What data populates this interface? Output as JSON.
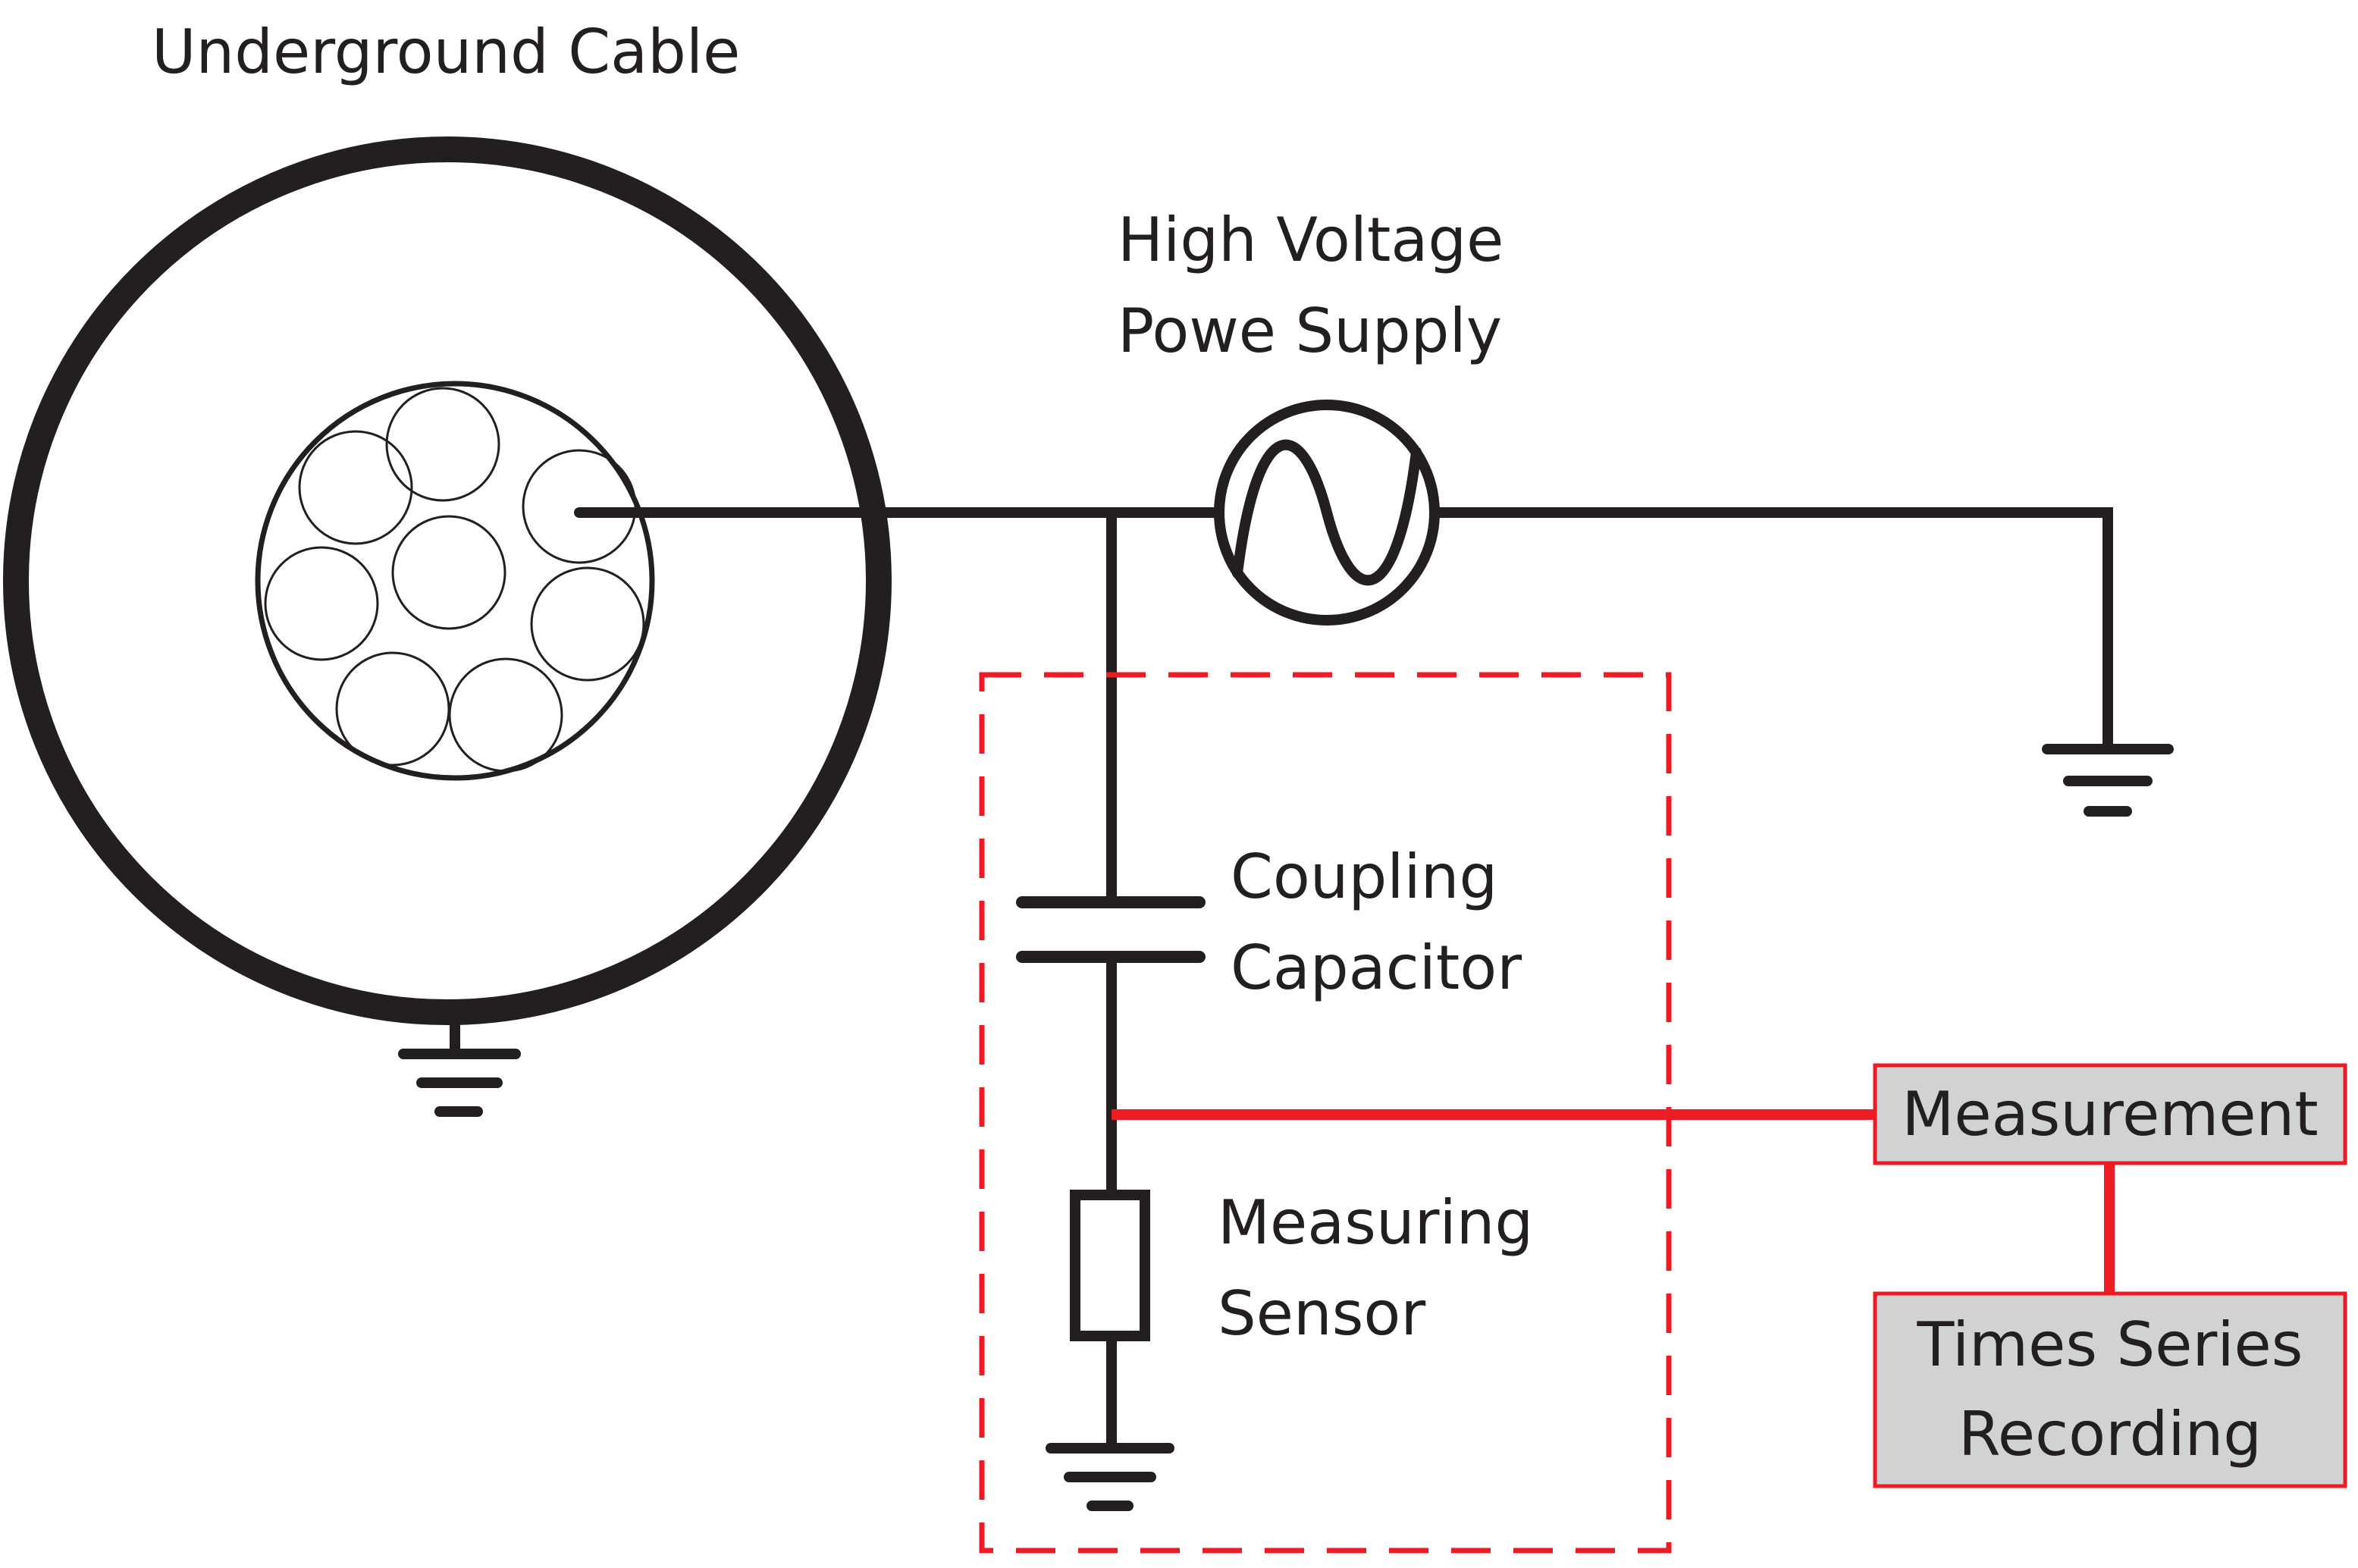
{
  "title": "Underground Cable",
  "power_supply": {
    "line1": "High Voltage",
    "line2": "Powe Supply"
  },
  "capacitor": {
    "line1": "Coupling",
    "line2": "Capacitor"
  },
  "sensor": {
    "line1": "Measuring",
    "line2": "Sensor"
  },
  "measurement_box": {
    "label": "Measurement"
  },
  "recording_box": {
    "line1": "Times Series",
    "line2": "Recording"
  },
  "colors": {
    "wire": "#231f20",
    "signal": "#ed1c24",
    "box_fill": "#d1d2d4",
    "box_border": "#ed1c24"
  }
}
